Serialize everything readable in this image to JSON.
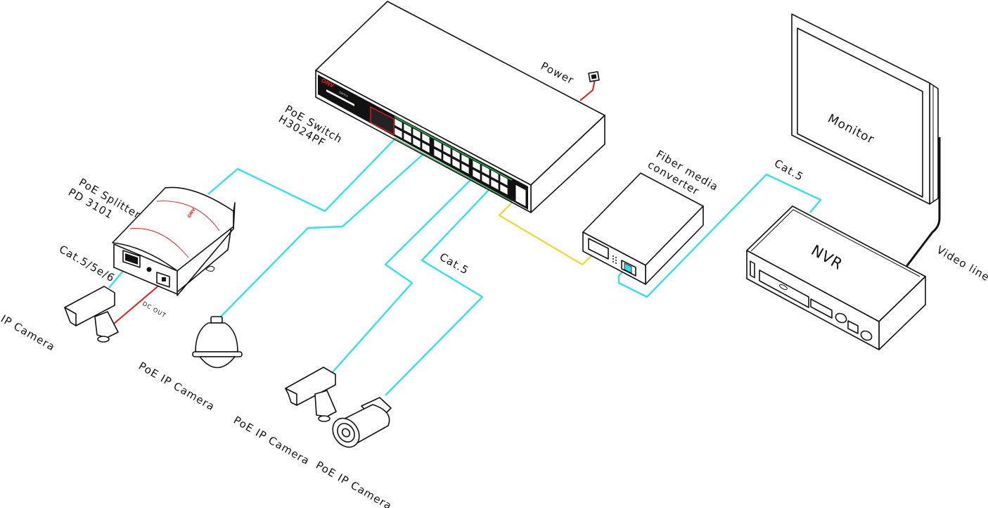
{
  "diagram": {
    "title": "PoE network surveillance topology",
    "colors": {
      "ethernet_cable": "#33e0e8",
      "fiber_cable": "#f6d21c",
      "power_cable": "#e01b1b",
      "video_line": "#111111",
      "port_status": "#22b14c",
      "brand": "#e01b1b"
    },
    "devices": {
      "switch": {
        "label_line1": "PoE  Switch",
        "label_line2": "H3024PF",
        "brand": "ONV",
        "panel_text": "SWITCH",
        "power_label": "Power"
      },
      "splitter": {
        "label_line1": "PoE Splitter",
        "label_line2": "PD 3101",
        "dc_out": "DC OUT",
        "brand": "ONV"
      },
      "fiber_converter": {
        "label_line1": "Fiber media",
        "label_line2": "converter"
      },
      "monitor": {
        "label": "Monitor"
      },
      "nvr": {
        "label": "NVR"
      },
      "cameras": [
        {
          "label": "IP Camera",
          "type": "box"
        },
        {
          "label": "PoE IP Camera",
          "type": "dome"
        },
        {
          "label": "PoE IP Camera",
          "type": "box"
        },
        {
          "label": "PoE IP Camera",
          "type": "bullet"
        }
      ]
    },
    "cables": {
      "splitter_to_camera": "Cat.5/5e/6",
      "switch_to_cameras": "Cat.5",
      "converter_to_nvr": "Cat.5",
      "nvr_to_monitor": "Video line"
    }
  }
}
